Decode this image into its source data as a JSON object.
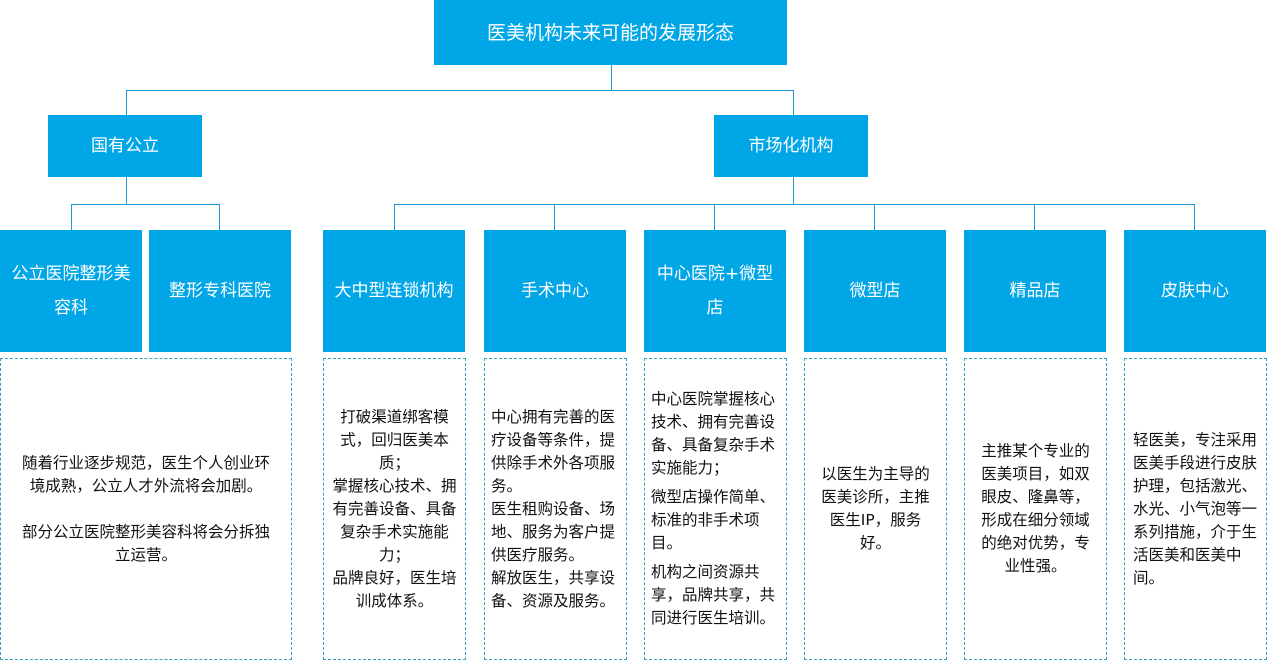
{
  "title": "医美机构未来可能的发展形态",
  "branches": {
    "public": "国有公立",
    "market": "市场化机构"
  },
  "categories": [
    {
      "label": "公立医院整形美容科"
    },
    {
      "label": "整形专科医院"
    },
    {
      "label": "大中型连锁机构"
    },
    {
      "label": "手术中心"
    },
    {
      "label": "中心医院+微型店"
    },
    {
      "label": "微型店"
    },
    {
      "label": "精品店"
    },
    {
      "label": "皮肤中心"
    }
  ],
  "descriptions": {
    "public": [
      "随着行业逐步规范，医生个人创业环境成熟，公立人才外流将会加剧。",
      "部分公立医院整形美容科将会分拆独立运营。"
    ],
    "chain": [
      "打破渠道绑客模式，回归医美本质；",
      "掌握核心技术、拥有完善设备、具备复杂手术实施能力；",
      "品牌良好，医生培训成体系。"
    ],
    "surgery_center": [
      "中心拥有完善的医疗设备等条件，提供除手术外各项服务。",
      "医生租购设备、场地、服务为客户提供医疗服务。",
      "解放医生，共享设备、资源及服务。"
    ],
    "hub_spoke": [
      "中心医院掌握核心技术、拥有完善设备、具备复杂手术实施能力；",
      "微型店操作简单、标准的非手术项目。",
      "机构之间资源共享，品牌共享，共同进行医生培训。"
    ],
    "micro": [
      "以医生为主导的医美诊所，主推医生IP，服务好。"
    ],
    "boutique": [
      "主推某个专业的医美项目，如双眼皮、隆鼻等，形成在细分领域的绝对优势，专业性强。"
    ],
    "skin": [
      "轻医美，专注采用医美手段进行皮肤护理，包括激光、水光、小气泡等一系列措施，介于生活医美和医美中间。"
    ]
  }
}
